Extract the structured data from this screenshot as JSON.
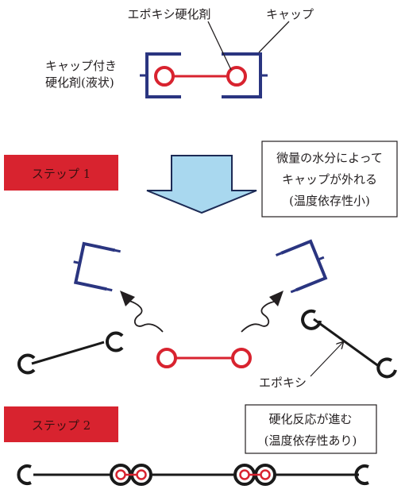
{
  "labels": {
    "epoxy_hardener": "エポキシ硬化剤",
    "cap": "キャップ",
    "capped_hardener_line1": "キャップ付き",
    "capped_hardener_line2": "硬化剤(液状)",
    "epoxy": "エポキシ"
  },
  "step1": {
    "label": "ステップ 1",
    "note_line1": "微量の水分によって",
    "note_line2": "キャップが外れる",
    "note_line3": "(温度依存性小)"
  },
  "step2": {
    "label": "ステップ 2",
    "note_line1": "硬化反応が進む",
    "note_line2": "(温度依存性あり)"
  },
  "colors": {
    "hardener_red": "#d8232f",
    "cap_blue": "#2a3580",
    "epoxy_black": "#1a1a1a",
    "step_banner_red": "#d8232f",
    "arrow_fill": "#a9d8ef",
    "arrow_stroke": "#1c2a55"
  }
}
